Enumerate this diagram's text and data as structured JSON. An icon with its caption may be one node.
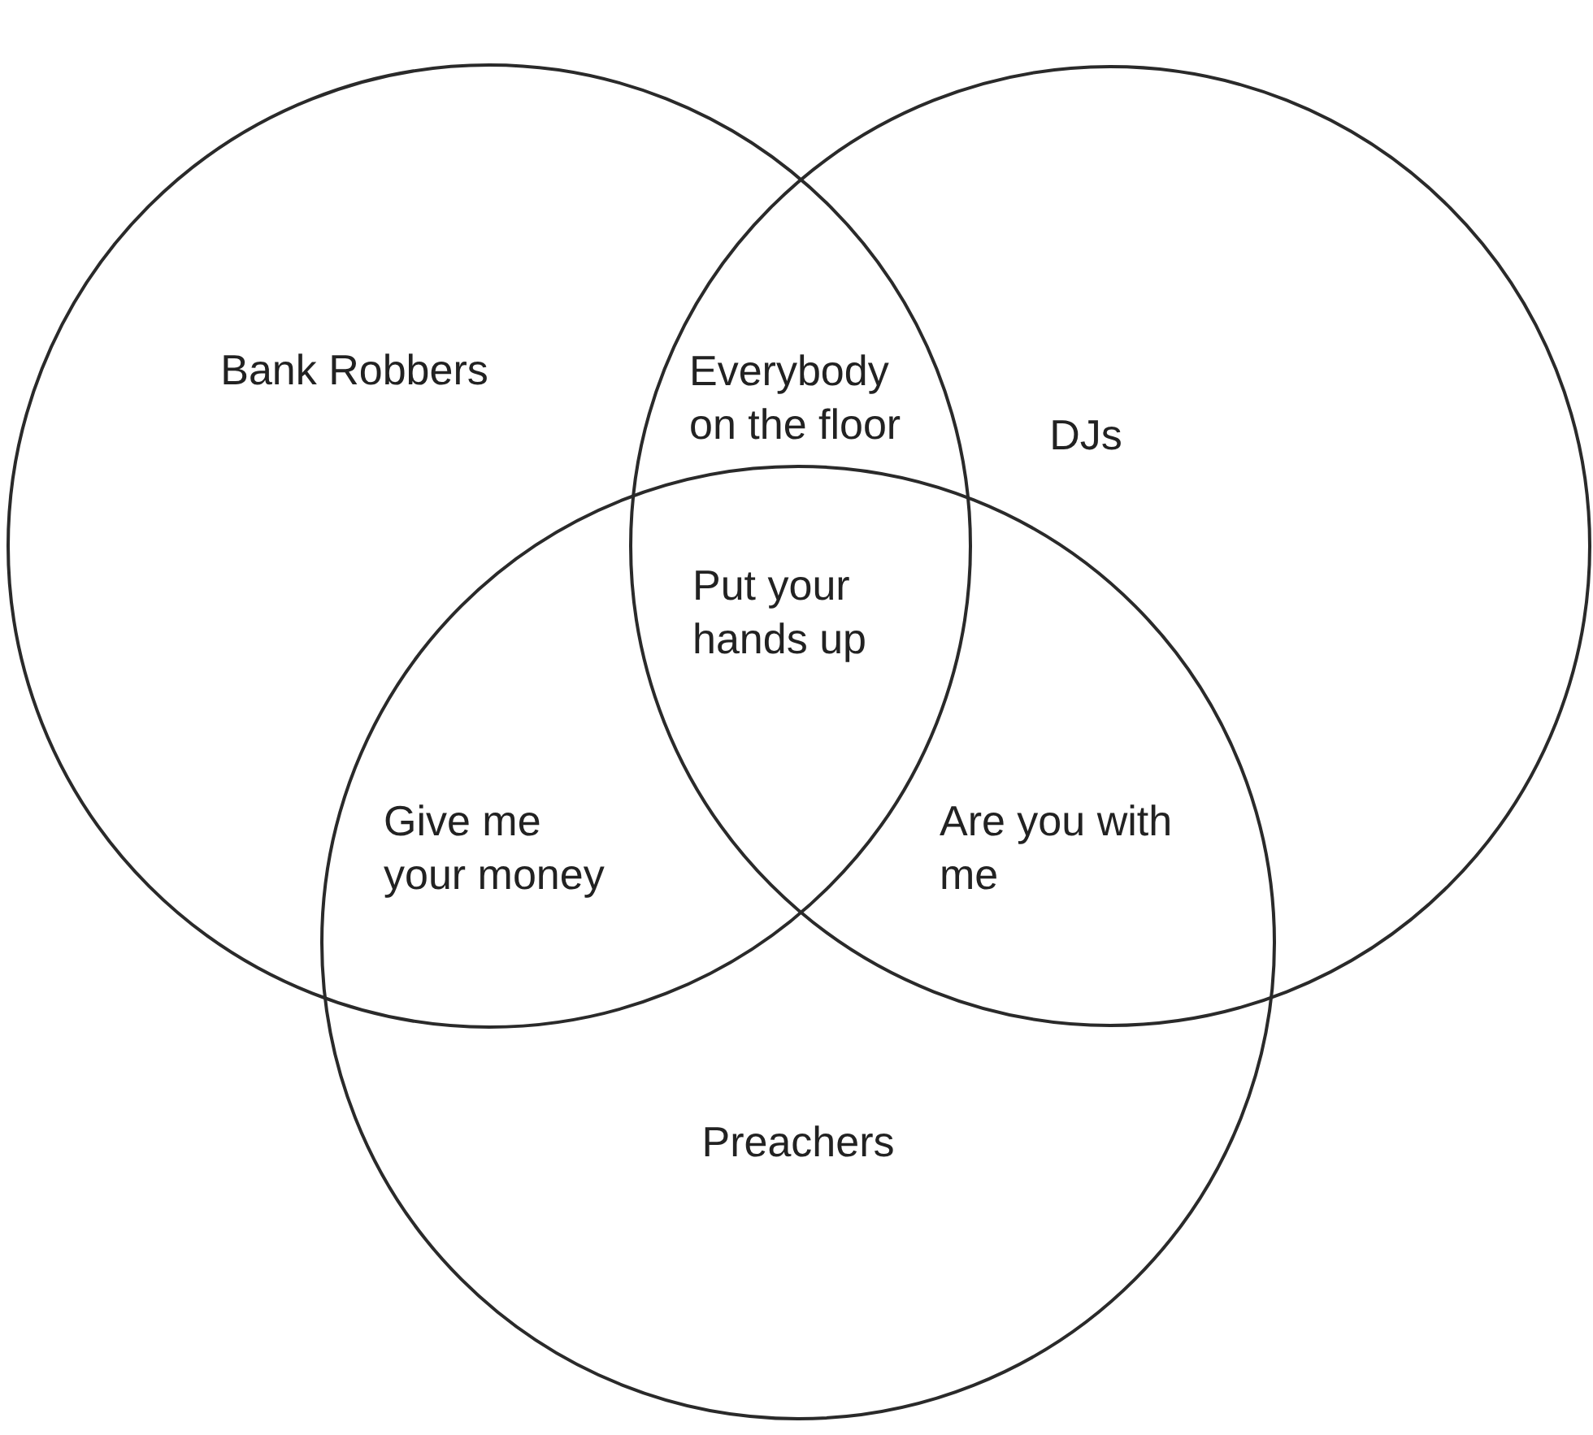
{
  "diagram": {
    "nodes": [
      {
        "text": [
          "Bank Robbers"
        ]
      },
      {
        "text": [
          "DJs"
        ]
      },
      {
        "text": [
          "Preachers"
        ]
      }
    ],
    "edges": [],
    "labels": [
      "Everybody on the floor",
      "Put your hands up",
      "Give me your money",
      "Are you with me"
    ]
  }
}
